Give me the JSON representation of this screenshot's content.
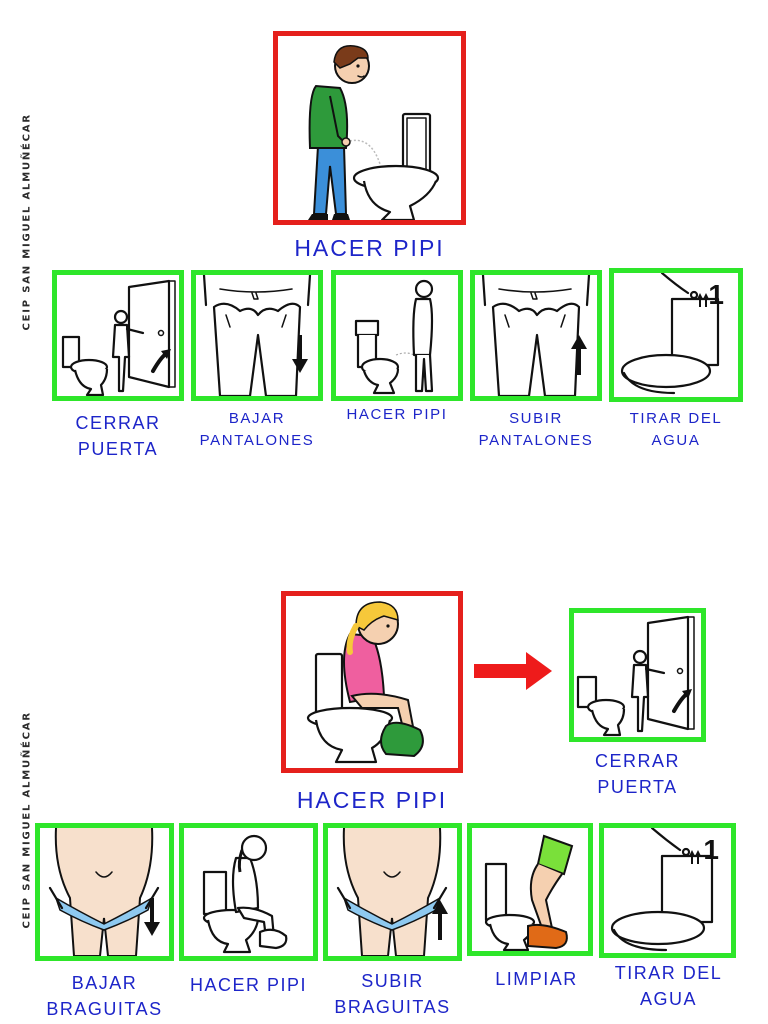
{
  "side_label": "CEIP SAN MIGUEL ALMUÑÉCAR",
  "boy": {
    "main_caption": "HACER PIPI",
    "steps": [
      {
        "line1": "CERRAR",
        "line2": "PUERTA"
      },
      {
        "line1": "BAJAR",
        "line2": "PANTALONES"
      },
      {
        "line1": "HACER PIPI",
        "line2": ""
      },
      {
        "line1": "SUBIR",
        "line2": "PANTALONES"
      },
      {
        "line1": "TIRAR DEL",
        "line2": "AGUA"
      }
    ]
  },
  "girl": {
    "main_caption": "HACER PIPI",
    "next_caption": {
      "line1": "CERRAR",
      "line2": "PUERTA"
    },
    "steps": [
      {
        "line1": "BAJAR",
        "line2": "BRAGUITAS"
      },
      {
        "line1": "HACER PIPI",
        "line2": ""
      },
      {
        "line1": "SUBIR",
        "line2": "BRAGUITAS"
      },
      {
        "line1": "LIMPIAR",
        "line2": ""
      },
      {
        "line1": "TIRAR DEL",
        "line2": "AGUA"
      }
    ]
  },
  "flush_number": "1",
  "colors": {
    "caption_blue": "#1d25c9",
    "frame_red": "#e5201c",
    "frame_green": "#2ee62a",
    "arrow_red": "#ee1b1b"
  },
  "icons": [
    "boy-peeing-icon",
    "door-closing-icon",
    "pants-down-icon",
    "pants-up-icon",
    "flush-toilet-icon",
    "girl-sitting-toilet-icon",
    "underwear-down-icon",
    "underwear-up-icon",
    "wiping-icon",
    "right-arrow-icon"
  ]
}
